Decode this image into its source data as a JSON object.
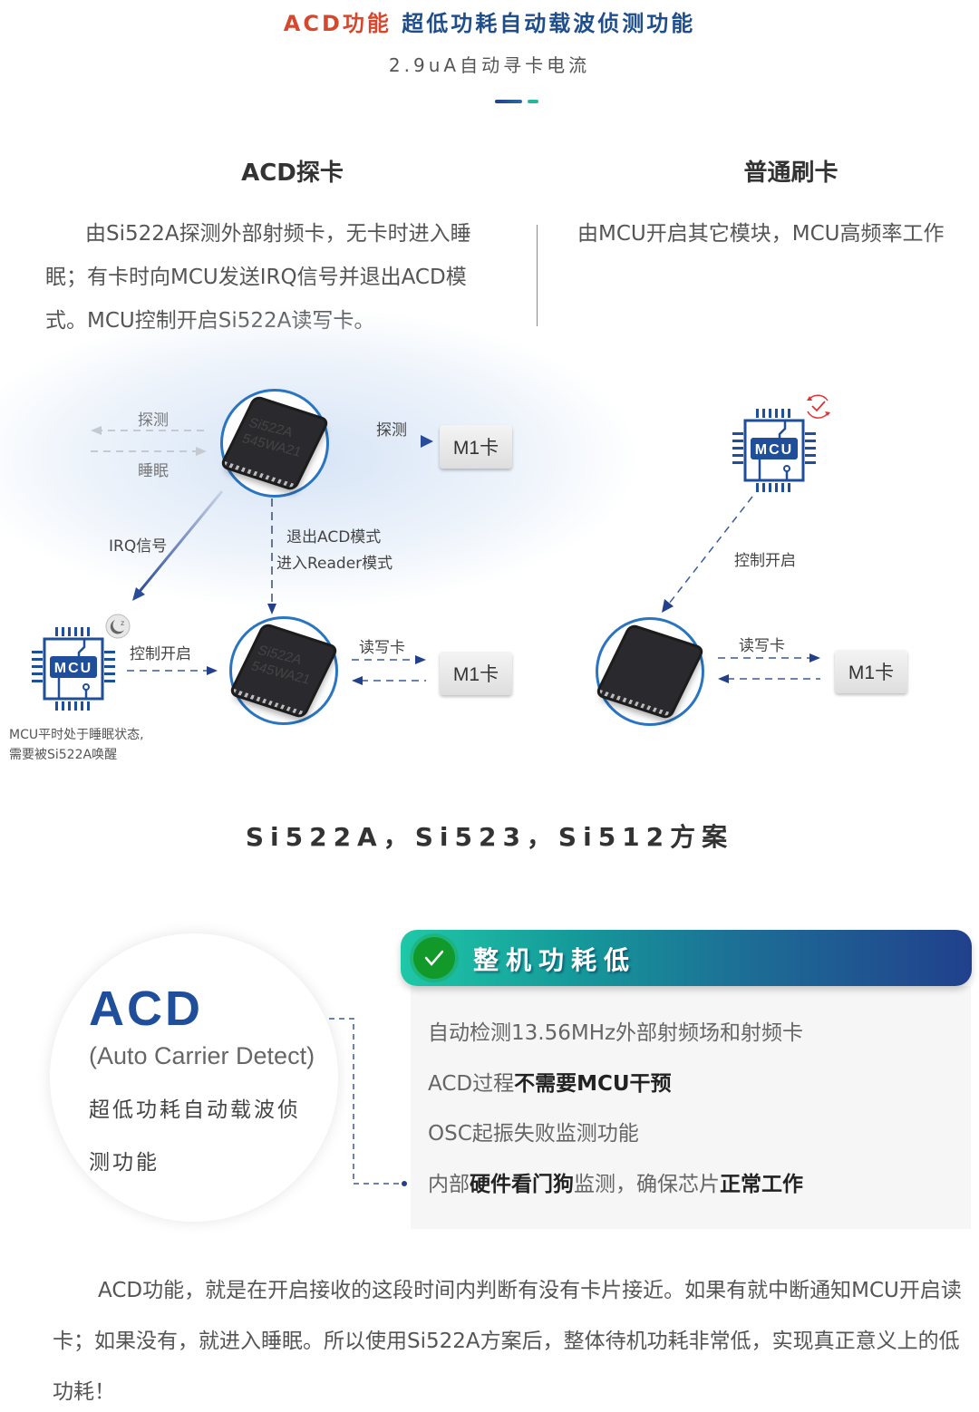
{
  "header": {
    "title_accent": "ACD功能",
    "title_main": "超低功耗自动载波侦测功能",
    "subtitle": "2.9uA自动寻卡电流",
    "colors": {
      "accent_red": "#d6482e",
      "brand_blue": "#1f4e8c",
      "teal": "#24b8a0"
    }
  },
  "acd_section": {
    "heading": "ACD探卡",
    "description": "由Si522A探测外部射频卡，无卡时进入睡眠；有卡时向MCU发送IRQ信号并退出ACD模式。MCU控制开启Si522A读写卡。",
    "diagram": {
      "chip_marking_line1": "Si522A",
      "chip_marking_line2": "545WA21",
      "probe_label_left": "探测",
      "sleep_label": "睡眠",
      "probe_label_right": "探测",
      "card_top": "M1卡",
      "irq_label": "IRQ信号",
      "exit_mode_label": "退出ACD模式",
      "enter_mode_label": "进入Reader模式",
      "mcu_text": "MCU",
      "control_label": "控制开启",
      "rw_label": "读写卡",
      "card_bottom": "M1卡",
      "mcu_note_line1": "MCU平时处于睡眠状态,",
      "mcu_note_line2": "需要被Si522A唤醒"
    }
  },
  "normal_section": {
    "heading": "普通刷卡",
    "description": "由MCU开启其它模块，MCU高频率工作",
    "diagram": {
      "mcu_text": "MCU",
      "control_label": "控制开启",
      "rw_label": "读写卡",
      "card": "M1卡"
    }
  },
  "solution_title": "Si522A，Si523，Si512方案",
  "acd_badge": {
    "abbr": "ACD",
    "full_name": "(Auto Carrier Detect)",
    "cn_line1": "超低功耗自动载波侦",
    "cn_line2": "测功能"
  },
  "features": {
    "banner_title": "整机功耗低",
    "items": [
      {
        "plain": "自动检测13.56MHz外部射频场和射频卡"
      },
      {
        "plain": "ACD过程",
        "bold": "不需要MCU干预"
      },
      {
        "plain": "OSC起振失败监测功能"
      },
      {
        "pre": "内部",
        "bold1": "硬件看门狗",
        "mid": "监测，确保芯片",
        "bold2": "正常工作"
      }
    ]
  },
  "closing_paragraph": "ACD功能，就是在开启接收的这段时间内判断有没有卡片接近。如果有就中断通知MCU开启读卡；如果没有，就进入睡眠。所以使用Si522A方案后，整体待机功耗非常低，实现真正意义上的低功耗！"
}
